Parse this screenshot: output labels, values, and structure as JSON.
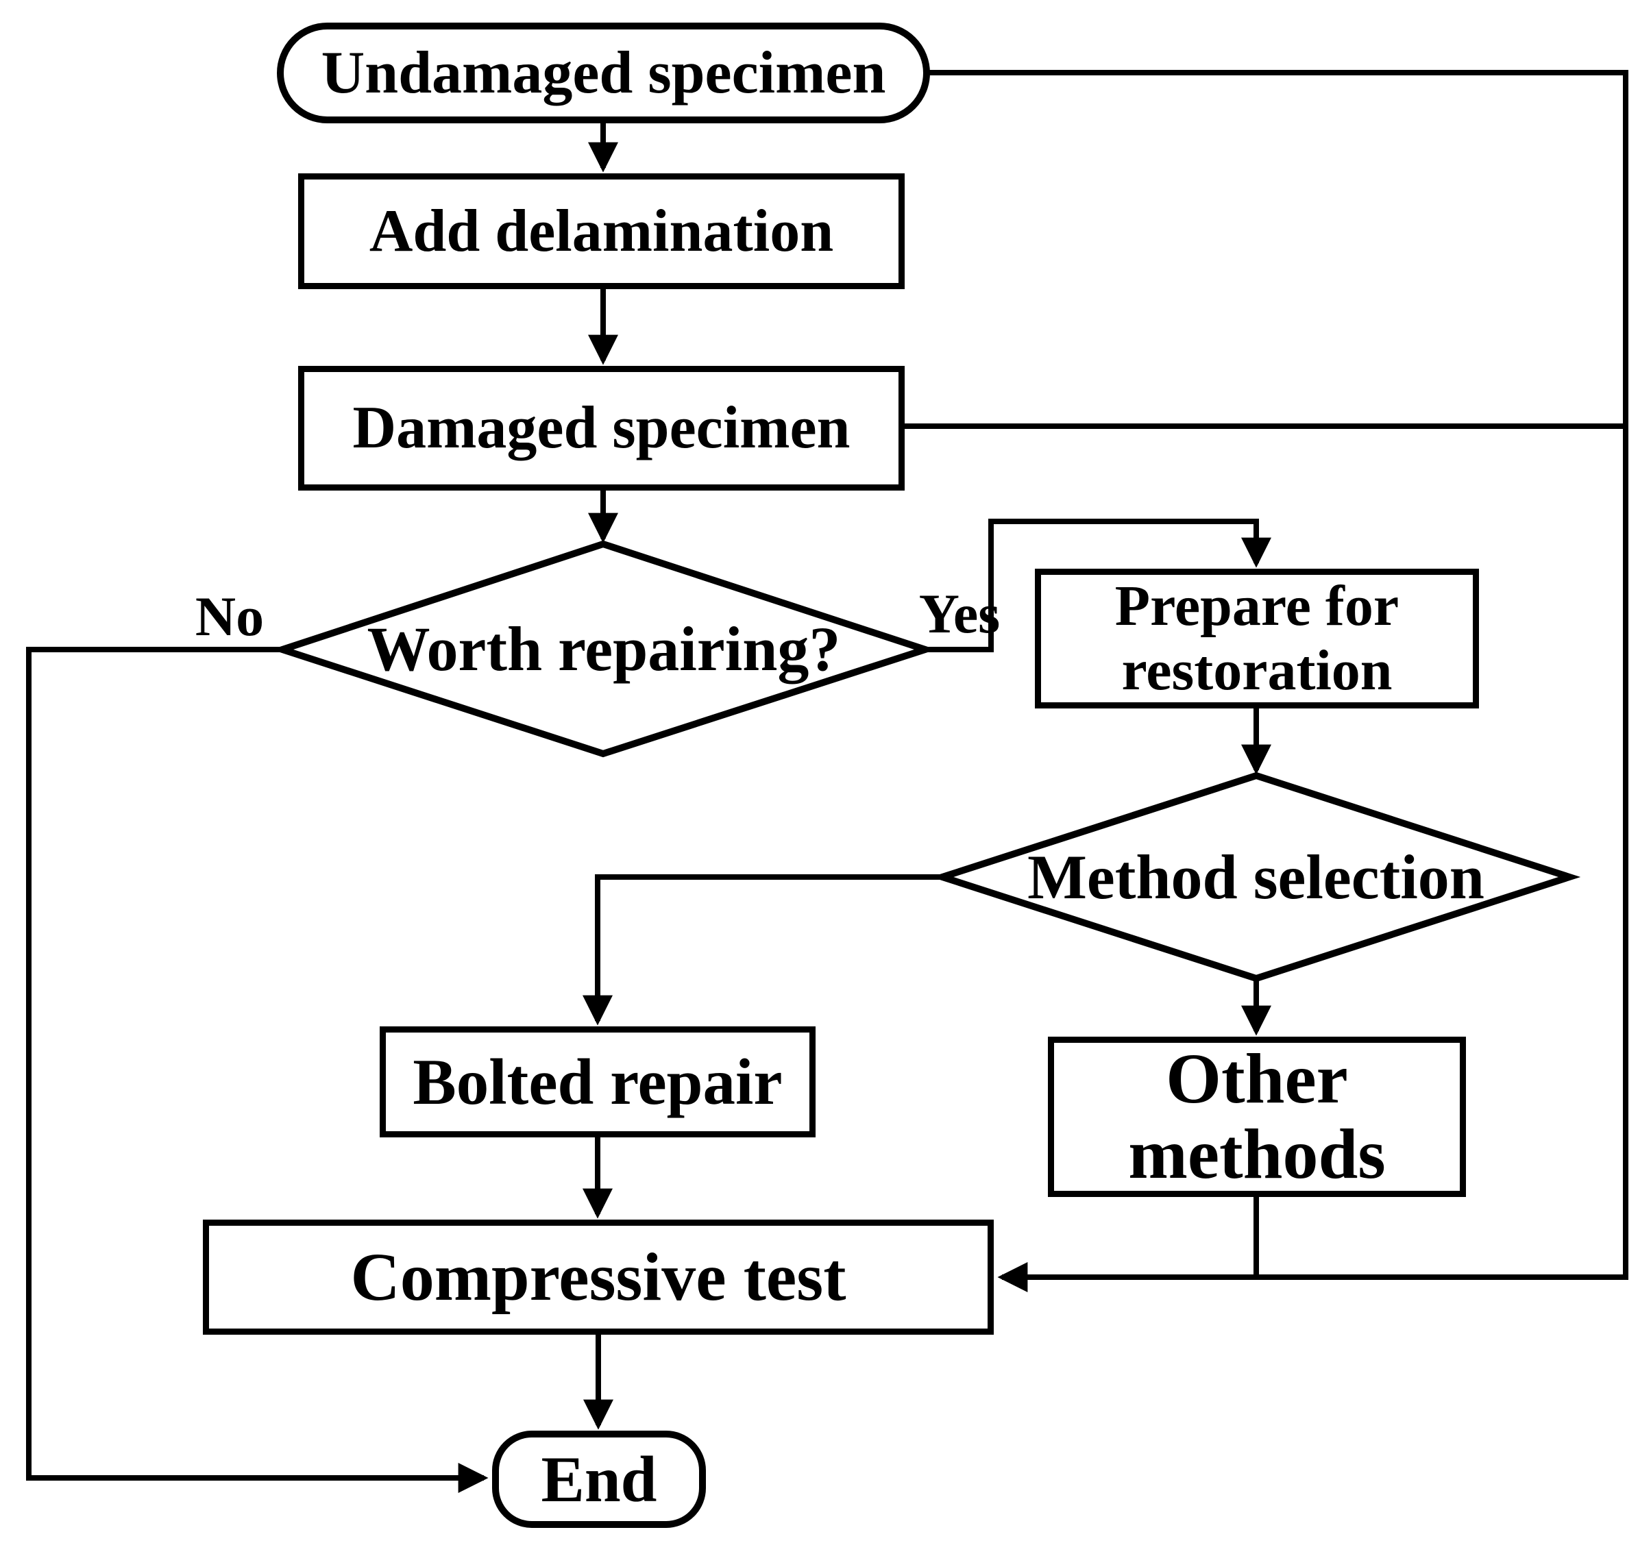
{
  "figure": {
    "type": "flowchart",
    "background_color": "#ffffff",
    "stroke_color": "#000000",
    "nodes": {
      "undamaged_specimen": {
        "label": "Undamaged specimen",
        "shape": "terminator"
      },
      "add_delamination": {
        "label": "Add delamination",
        "shape": "process"
      },
      "damaged_specimen": {
        "label": "Damaged specimen",
        "shape": "process"
      },
      "worth_repairing": {
        "label": "Worth repairing?",
        "shape": "decision"
      },
      "prepare_for_restoration": {
        "label": "Prepare for restoration",
        "shape": "process"
      },
      "method_selection": {
        "label": "Method selection",
        "shape": "decision"
      },
      "bolted_repair": {
        "label": "Bolted repair",
        "shape": "process"
      },
      "other_methods": {
        "label": "Other methods",
        "shape": "process"
      },
      "compressive_test": {
        "label": "Compressive test",
        "shape": "process"
      },
      "end": {
        "label": "End",
        "shape": "terminator"
      }
    },
    "edge_labels": {
      "yes": "Yes",
      "no": "No"
    },
    "edges": [
      {
        "from": "undamaged_specimen",
        "to": "add_delamination"
      },
      {
        "from": "undamaged_specimen",
        "to": "compressive_test",
        "via": "right-rail"
      },
      {
        "from": "add_delamination",
        "to": "damaged_specimen"
      },
      {
        "from": "damaged_specimen",
        "to": "worth_repairing"
      },
      {
        "from": "damaged_specimen",
        "to": "compressive_test",
        "via": "right-rail"
      },
      {
        "from": "worth_repairing",
        "to": "end",
        "label": "No"
      },
      {
        "from": "worth_repairing",
        "to": "prepare_for_restoration",
        "label": "Yes"
      },
      {
        "from": "prepare_for_restoration",
        "to": "method_selection"
      },
      {
        "from": "method_selection",
        "to": "bolted_repair"
      },
      {
        "from": "method_selection",
        "to": "other_methods"
      },
      {
        "from": "bolted_repair",
        "to": "compressive_test"
      },
      {
        "from": "other_methods",
        "to": "compressive_test"
      },
      {
        "from": "compressive_test",
        "to": "end"
      }
    ]
  }
}
